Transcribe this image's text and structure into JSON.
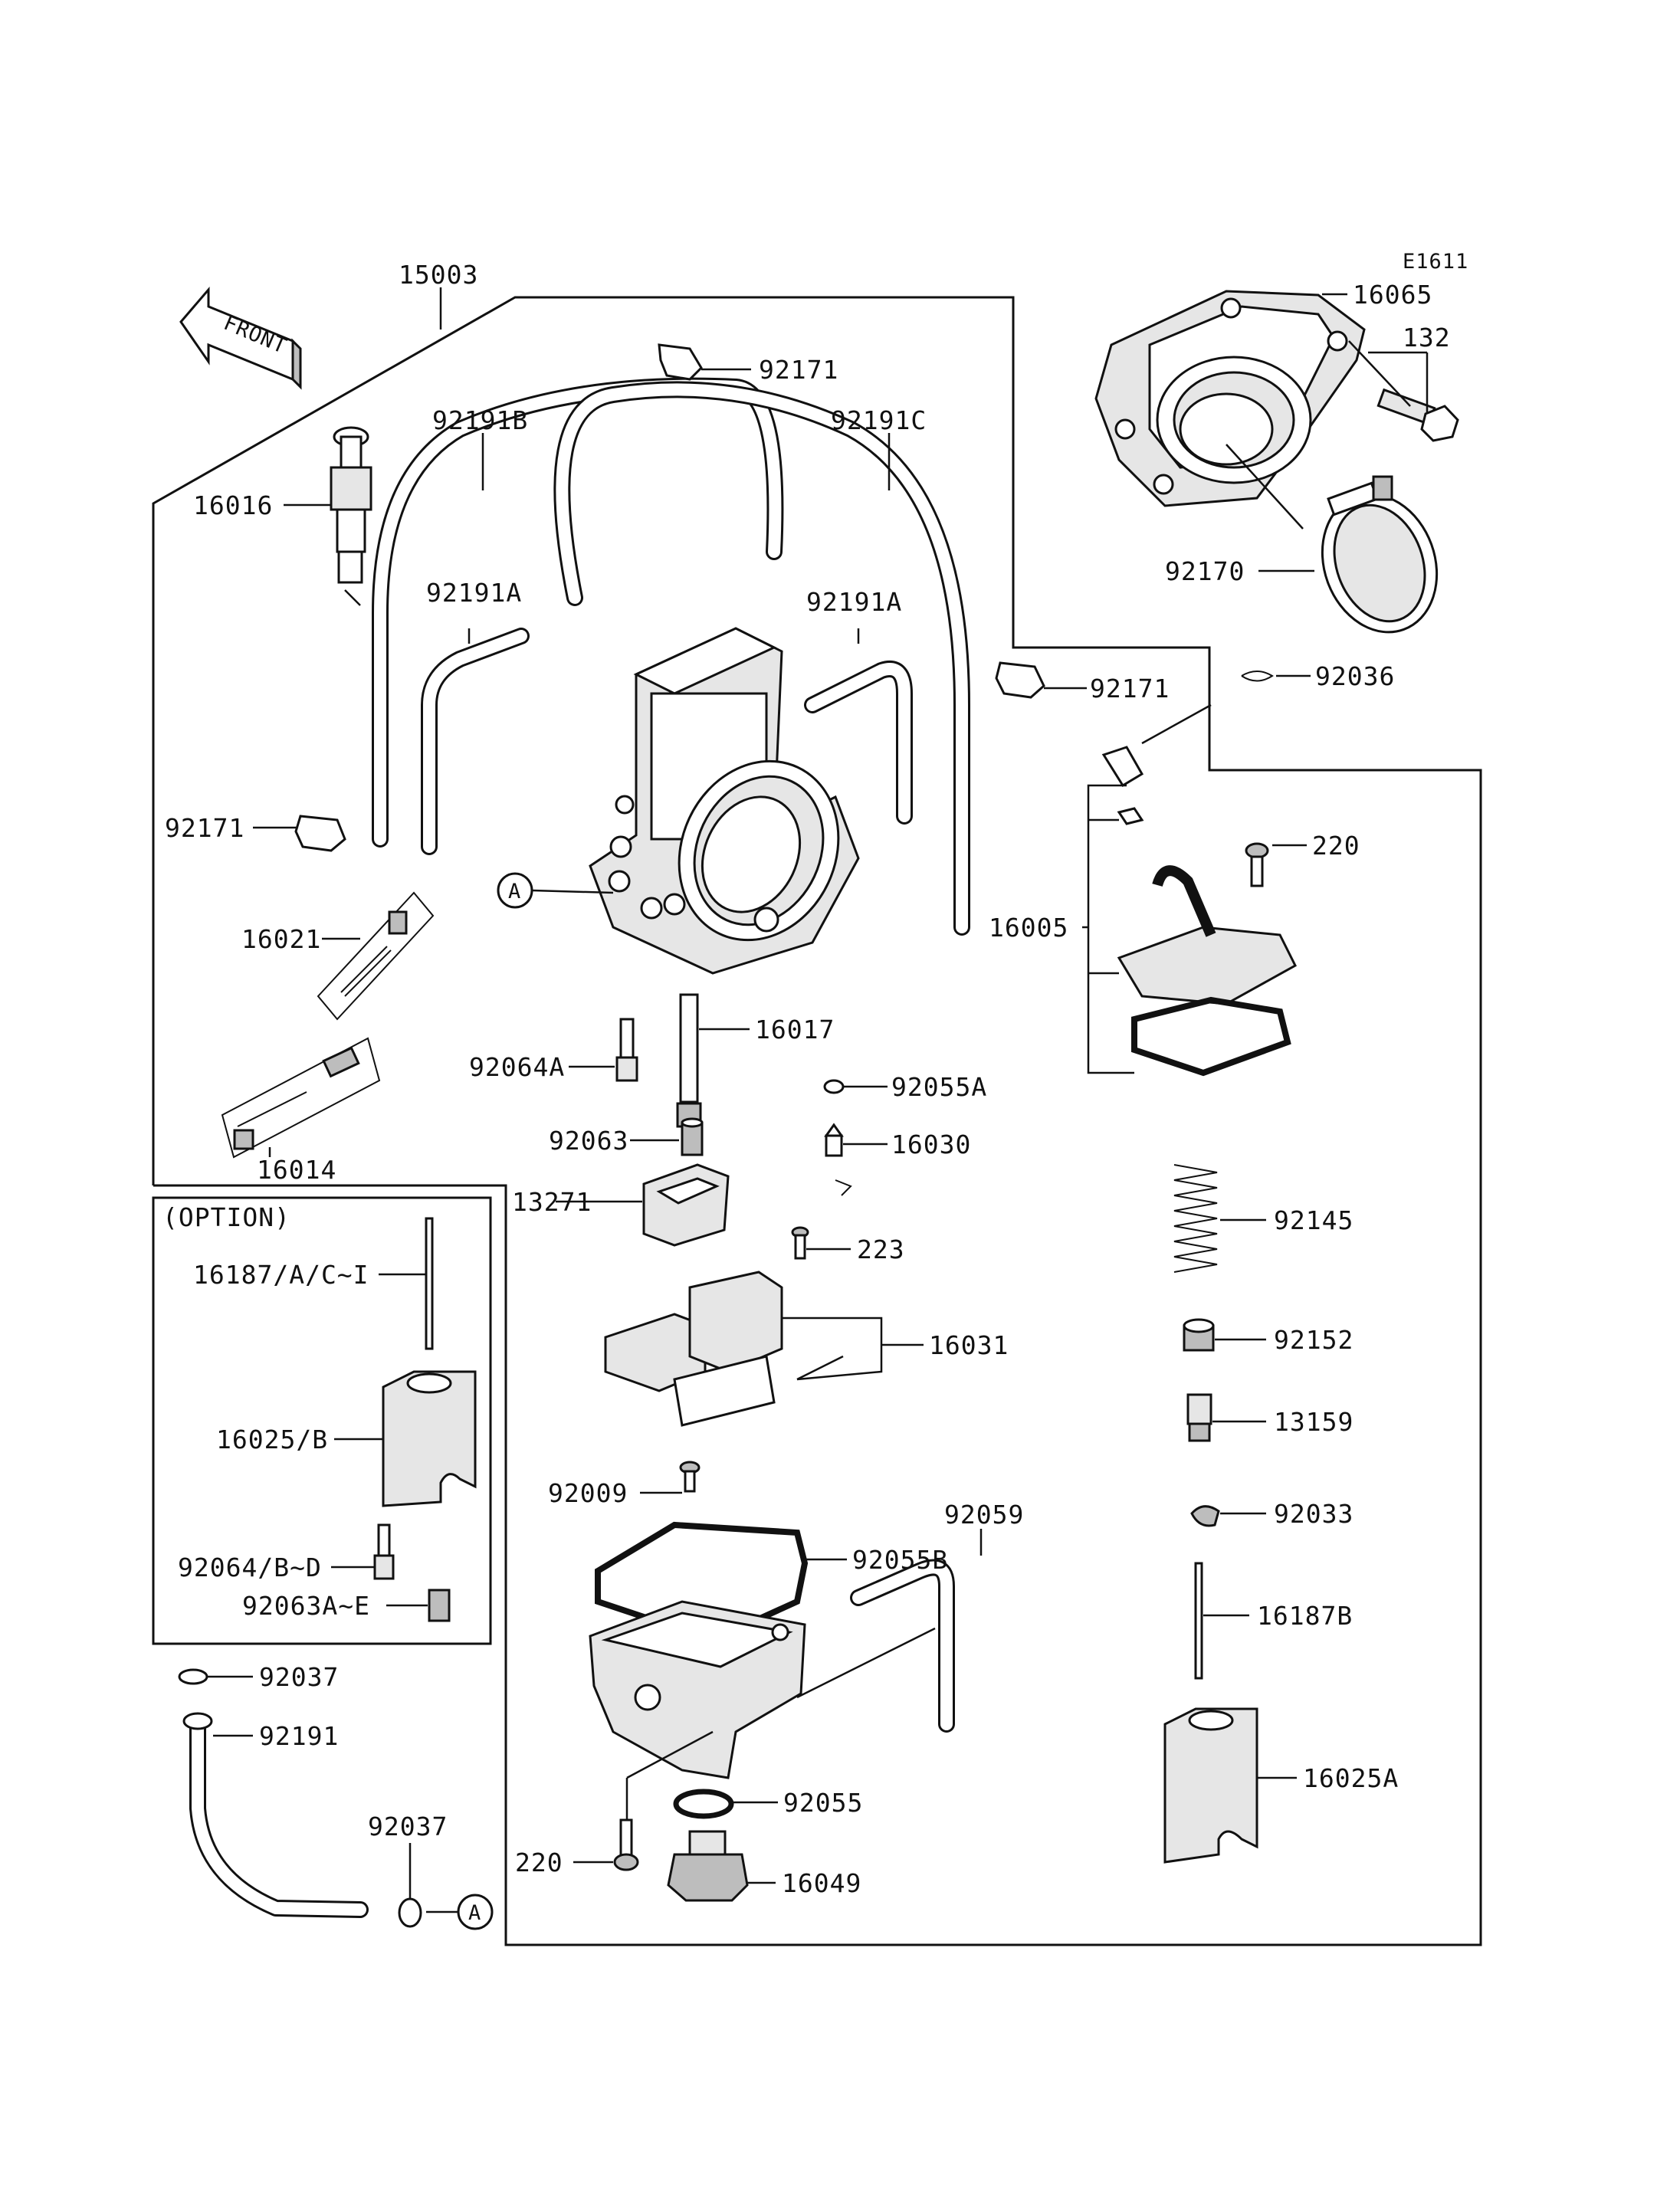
{
  "diagram_code": "E1611",
  "front_arrow_label": "FRONT",
  "option_box_title": "(OPTION)",
  "circle_marker": "A",
  "labels": {
    "p15003": "15003",
    "p16065": "16065",
    "p132": "132",
    "p92171_top": "92171",
    "p92191B": "92191B",
    "p92191C": "92191C",
    "p16016": "16016",
    "p92170": "92170",
    "p92191A_left": "92191A",
    "p92191A_right": "92191A",
    "p92036": "92036",
    "p92171_mid": "92171",
    "p92171_left": "92171",
    "p220_top": "220",
    "p16021": "16021",
    "p16005": "16005",
    "p16017": "16017",
    "p92064A": "92064A",
    "p92055A": "92055A",
    "p16014": "16014",
    "p92063": "92063",
    "p16030": "16030",
    "p13271": "13271",
    "p92145": "92145",
    "p16187_opt": "16187/A/C~I",
    "p223": "223",
    "p16031": "16031",
    "p92152": "92152",
    "p16025_opt": "16025/B",
    "p13159": "13159",
    "p92009": "92009",
    "p92059": "92059",
    "p92033": "92033",
    "p92064_opt": "92064/B~D",
    "p92055B": "92055B",
    "p92063_opt": "92063A~E",
    "p16187B": "16187B",
    "p92037_a": "92037",
    "p92191": "92191",
    "p16025A": "16025A",
    "p92055": "92055",
    "p92037_b": "92037",
    "p220_bottom": "220",
    "p16049": "16049"
  }
}
